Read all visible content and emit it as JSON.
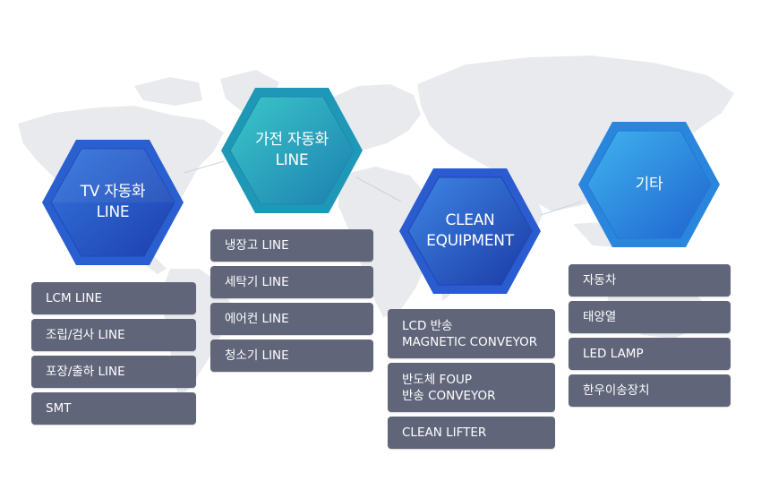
{
  "colors": {
    "map": "#e9ebee",
    "item_bg": "#61657a",
    "hex_blue": "#2a55c6",
    "hex_teal": "#22a3c0",
    "hex_sky": "#2e8de0"
  },
  "categories": [
    {
      "id": "tv",
      "title_lines": [
        "TV 자동화",
        "LINE"
      ],
      "items": [
        {
          "lines": [
            "LCM LINE"
          ]
        },
        {
          "lines": [
            "조립/검사 LINE"
          ]
        },
        {
          "lines": [
            "포장/출하 LINE"
          ]
        },
        {
          "lines": [
            "SMT"
          ]
        }
      ]
    },
    {
      "id": "appliance",
      "title_lines": [
        "가전 자동화",
        "LINE"
      ],
      "items": [
        {
          "lines": [
            "냉장고 LINE"
          ]
        },
        {
          "lines": [
            "세탁기 LINE"
          ]
        },
        {
          "lines": [
            "에어컨 LINE"
          ]
        },
        {
          "lines": [
            "청소기 LINE"
          ]
        }
      ]
    },
    {
      "id": "clean",
      "title_lines": [
        "CLEAN",
        "EQUIPMENT"
      ],
      "items": [
        {
          "lines": [
            "LCD 반송",
            "MAGNETIC CONVEYOR"
          ]
        },
        {
          "lines": [
            "반도체 FOUP",
            "반송 CONVEYOR"
          ]
        },
        {
          "lines": [
            "CLEAN LIFTER"
          ]
        }
      ]
    },
    {
      "id": "etc",
      "title_lines": [
        "기타"
      ],
      "items": [
        {
          "lines": [
            "자동차"
          ]
        },
        {
          "lines": [
            "태양열"
          ]
        },
        {
          "lines": [
            "LED LAMP"
          ]
        },
        {
          "lines": [
            "한우이송장치"
          ]
        }
      ]
    }
  ]
}
